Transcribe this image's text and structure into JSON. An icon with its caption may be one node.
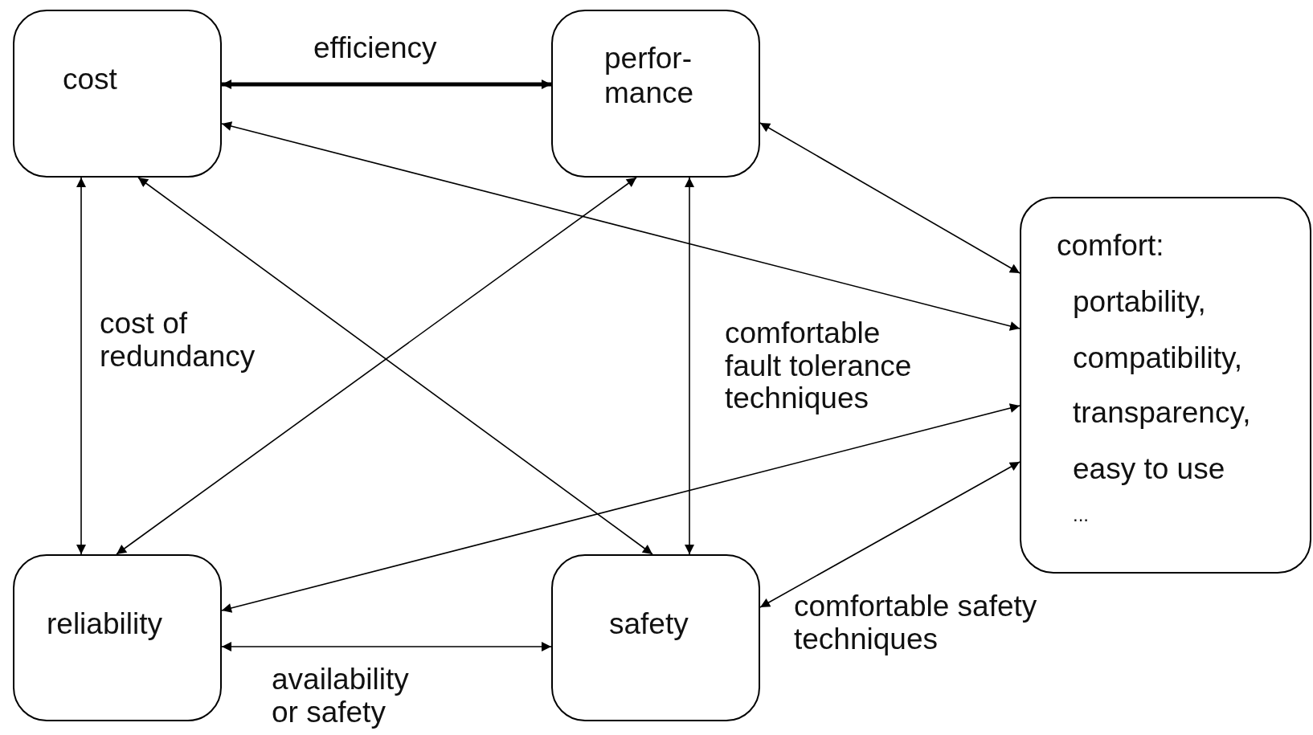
{
  "diagram": {
    "nodes": [
      {
        "text": [
          "cost"
        ]
      },
      {
        "text": [
          "perfor- mance"
        ]
      },
      {
        "text": [
          "comfort:",
          "portability,",
          "compatibility,",
          "transparency,",
          "easy to use",
          "..."
        ]
      },
      {
        "text": [
          "reliability"
        ]
      },
      {
        "text": [
          "safety"
        ]
      }
    ],
    "edges": [
      {
        "from": 0,
        "to": 1,
        "arrow": "both",
        "label": "efficiency",
        "style": "thick"
      },
      {
        "from": 0,
        "to": 2,
        "arrow": "both"
      },
      {
        "from": 1,
        "to": 2,
        "arrow": "both"
      },
      {
        "from": 0,
        "to": 3,
        "arrow": "both",
        "label": "cost of redundancy"
      },
      {
        "from": 1,
        "to": 3,
        "arrow": "both"
      },
      {
        "from": 0,
        "to": 4,
        "arrow": "both"
      },
      {
        "from": 1,
        "to": 4,
        "arrow": "both",
        "label": "comfortable fault tolerance techniques"
      },
      {
        "from": 2,
        "to": 3,
        "arrow": "both"
      },
      {
        "from": 2,
        "to": 4,
        "arrow": "both",
        "label": "comfortable safety techniques"
      },
      {
        "from": 3,
        "to": 4,
        "arrow": "both",
        "label": "availability or safety"
      }
    ]
  }
}
